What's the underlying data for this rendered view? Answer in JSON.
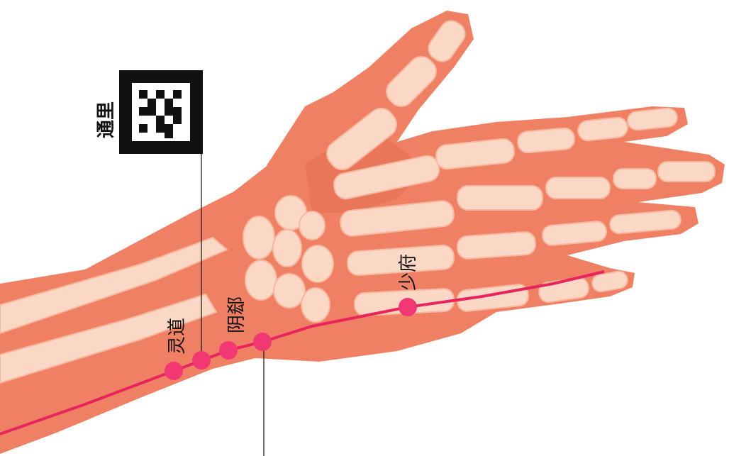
{
  "colors": {
    "skin": "#f08063",
    "skin_dark": "#d9573f",
    "bone": "#fbd7c6",
    "bone_edge": "#f6b9a0",
    "meridian": "#e8245c",
    "point": "#f23872",
    "marker": "#111111"
  },
  "points": {
    "tongli": "通里",
    "lingdao": "灵道",
    "yinxi": "阴郄",
    "shaofu": "少府"
  },
  "marker": {
    "type": "fiducial-square"
  }
}
